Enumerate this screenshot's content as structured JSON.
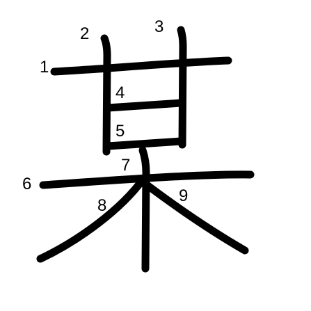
{
  "character": "某",
  "ink_color": "#000000",
  "background_color": "#ffffff",
  "strokes": [
    {
      "order": 1,
      "label": "1"
    },
    {
      "order": 2,
      "label": "2"
    },
    {
      "order": 3,
      "label": "3"
    },
    {
      "order": 4,
      "label": "4"
    },
    {
      "order": 5,
      "label": "5"
    },
    {
      "order": 6,
      "label": "6"
    },
    {
      "order": 7,
      "label": "7"
    },
    {
      "order": 8,
      "label": "8"
    },
    {
      "order": 9,
      "label": "9"
    }
  ]
}
